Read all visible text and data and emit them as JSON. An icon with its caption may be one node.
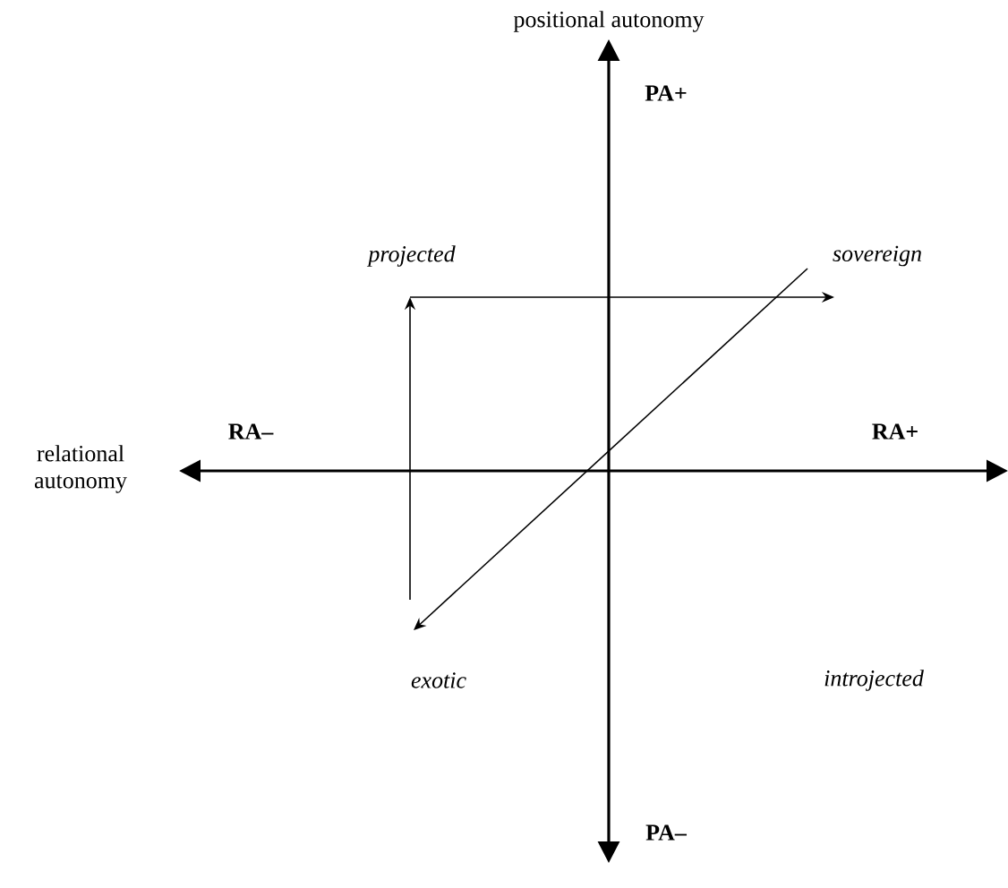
{
  "diagram": {
    "nodes": [
      {
        "text": [
          "projected"
        ]
      },
      {
        "text": [
          "sovereign"
        ]
      },
      {
        "text": [
          "exotic"
        ]
      }
    ],
    "edges": [
      {
        "from": 2,
        "to": 0,
        "arrow": "to"
      },
      {
        "from": 0,
        "to": 1,
        "arrow": "to"
      },
      {
        "from": 1,
        "to": 2,
        "arrow": "to"
      }
    ],
    "labels": [
      "positional autonomy",
      "PA+",
      "relational autonomy",
      "RA–",
      "RA+",
      "introjected",
      "PA–"
    ]
  }
}
